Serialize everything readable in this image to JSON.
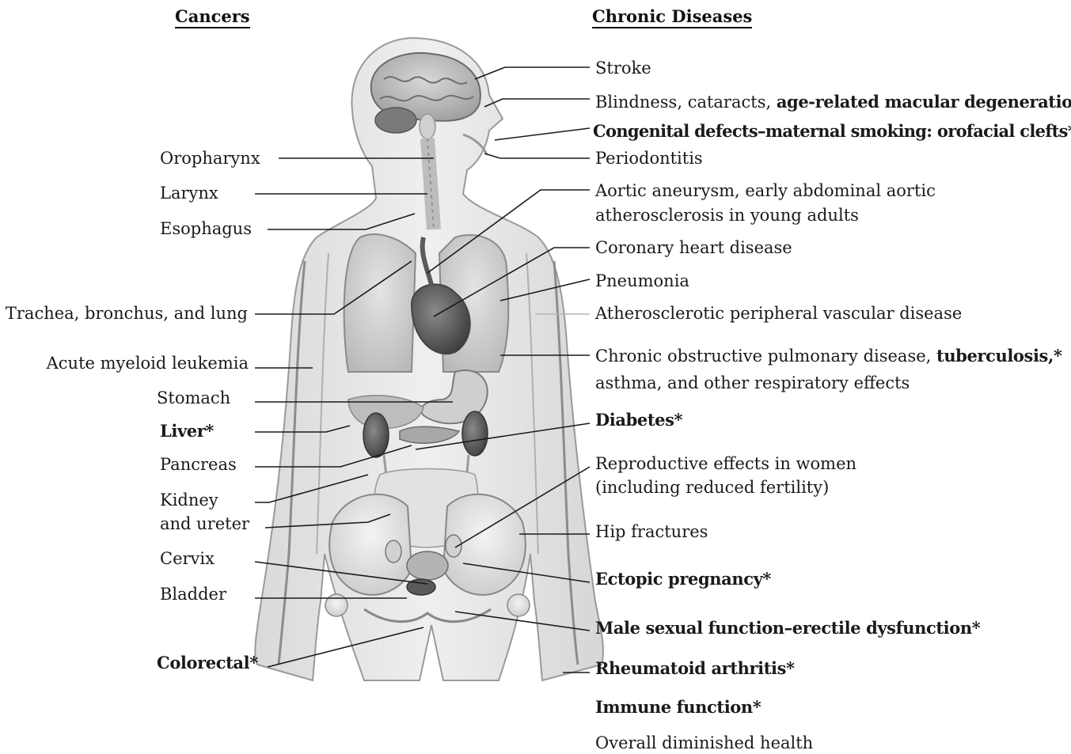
{
  "headers": {
    "cancers": "Cancers",
    "chronic": "Chronic Diseases"
  },
  "cancers": {
    "oropharynx": "Oropharynx",
    "larynx": "Larynx",
    "esophagus": "Esophagus",
    "trachea_lung": "Trachea, bronchus, and lung",
    "aml": "Acute myeloid leukemia",
    "stomach": "Stomach",
    "liver": "Liver*",
    "pancreas": "Pancreas",
    "kidney_1": "Kidney",
    "kidney_2": "and ureter",
    "cervix": "Cervix",
    "bladder": "Bladder",
    "colorectal": "Colorectal*"
  },
  "chronic": {
    "stroke": "Stroke",
    "blindness_pre": "Blindness, cataracts, ",
    "blindness_bold": "age-related macular degeneration*",
    "congenital": "Congenital defects–maternal smoking: orofacial clefts*",
    "periodontitis": "Periodontitis",
    "aortic_1": "Aortic aneurysm, early abdominal aortic",
    "aortic_2": "atherosclerosis in young adults",
    "coronary": "Coronary heart disease",
    "pneumonia": "Pneumonia",
    "pvd": "Atherosclerotic peripheral vascular disease",
    "copd_pre": "Chronic obstructive pulmonary disease, ",
    "copd_bold": "tuberculosis,*",
    "copd_2": "asthma, and other respiratory effects",
    "diabetes": "Diabetes*",
    "repro_1": "Reproductive effects in women",
    "repro_2": "(including reduced fertility)",
    "hip": "Hip fractures",
    "ectopic": "Ectopic pregnancy*",
    "male": "Male sexual function–erectile dysfunction*",
    "ra": "Rheumatoid arthritis*",
    "immune": "Immune function*",
    "overall": "Overall diminished health"
  }
}
